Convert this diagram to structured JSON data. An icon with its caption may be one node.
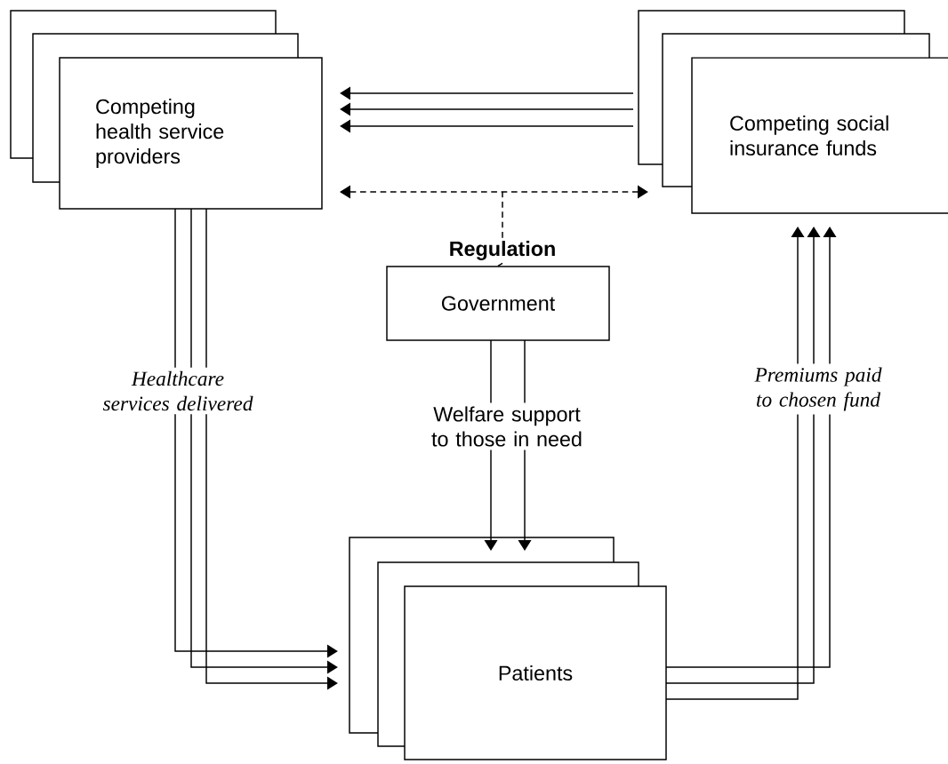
{
  "diagram": {
    "nodes": [
      {
        "text": [
          "Competing health service providers"
        ]
      },
      {
        "text": [
          "Competing social insurance funds"
        ]
      },
      {
        "text": [
          "Regulation"
        ]
      },
      {
        "text": [
          "Government"
        ]
      },
      {
        "text": [
          "Patients"
        ]
      }
    ],
    "edges": [
      {
        "from": 1,
        "to": 0,
        "arrow": "to"
      },
      {
        "from": 1,
        "to": 0,
        "arrow": "to"
      },
      {
        "from": 1,
        "to": 0,
        "arrow": "to"
      },
      {
        "from": 0,
        "to": 1,
        "arrow": "both",
        "style": "dashed"
      },
      {
        "from": 2,
        "to": null,
        "arrow": "none",
        "style": "dashed"
      },
      {
        "from": 3,
        "to": 2,
        "arrow": "none",
        "style": "dashed"
      },
      {
        "from": 0,
        "to": 4,
        "arrow": "to"
      },
      {
        "from": 0,
        "to": 4,
        "arrow": "to",
        "label": "Healthcare services delivered"
      },
      {
        "from": 0,
        "to": 4,
        "arrow": "to"
      },
      {
        "from": 4,
        "to": 1,
        "arrow": "to"
      },
      {
        "from": 4,
        "to": 1,
        "arrow": "to",
        "label": "Premiums paid to chosen fund"
      },
      {
        "from": 4,
        "to": 1,
        "arrow": "to"
      },
      {
        "from": 3,
        "to": 4,
        "arrow": "to",
        "label": "Welfare support to those in need"
      },
      {
        "from": 3,
        "to": 4,
        "arrow": "to"
      }
    ]
  }
}
